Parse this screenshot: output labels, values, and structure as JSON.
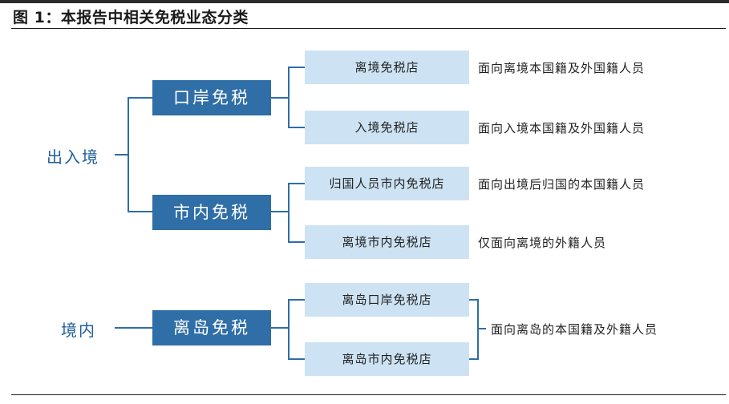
{
  "figure": {
    "title": "图 1：本报告中相关免税业态分类"
  },
  "categories": [
    {
      "label": "出入境",
      "groups": [
        {
          "label": "口岸免税",
          "items": [
            {
              "label": "离境免税店",
              "description": "面向离境本国籍及外国籍人员"
            },
            {
              "label": "入境免税店",
              "description": "面向入境本国籍及外国籍人员"
            }
          ]
        },
        {
          "label": "市内免税",
          "items": [
            {
              "label": "归国人员市内免税店",
              "description": "面向出境后归国的本国籍人员"
            },
            {
              "label": "离境市内免税店",
              "description": "仅面向离境的外籍人员"
            }
          ]
        }
      ]
    },
    {
      "label": "境内",
      "groups": [
        {
          "label": "离岛免税",
          "items": [
            {
              "label": "离岛口岸免税店"
            },
            {
              "label": "离岛市内免税店"
            }
          ],
          "shared_description": "面向离岛的本国籍及外籍人员"
        }
      ]
    }
  ],
  "colors": {
    "category_text": "#1f5f9e",
    "group_box": "#2f6ea6",
    "leaf_box": "#cde3f4",
    "connector": "#2f6ea6"
  }
}
